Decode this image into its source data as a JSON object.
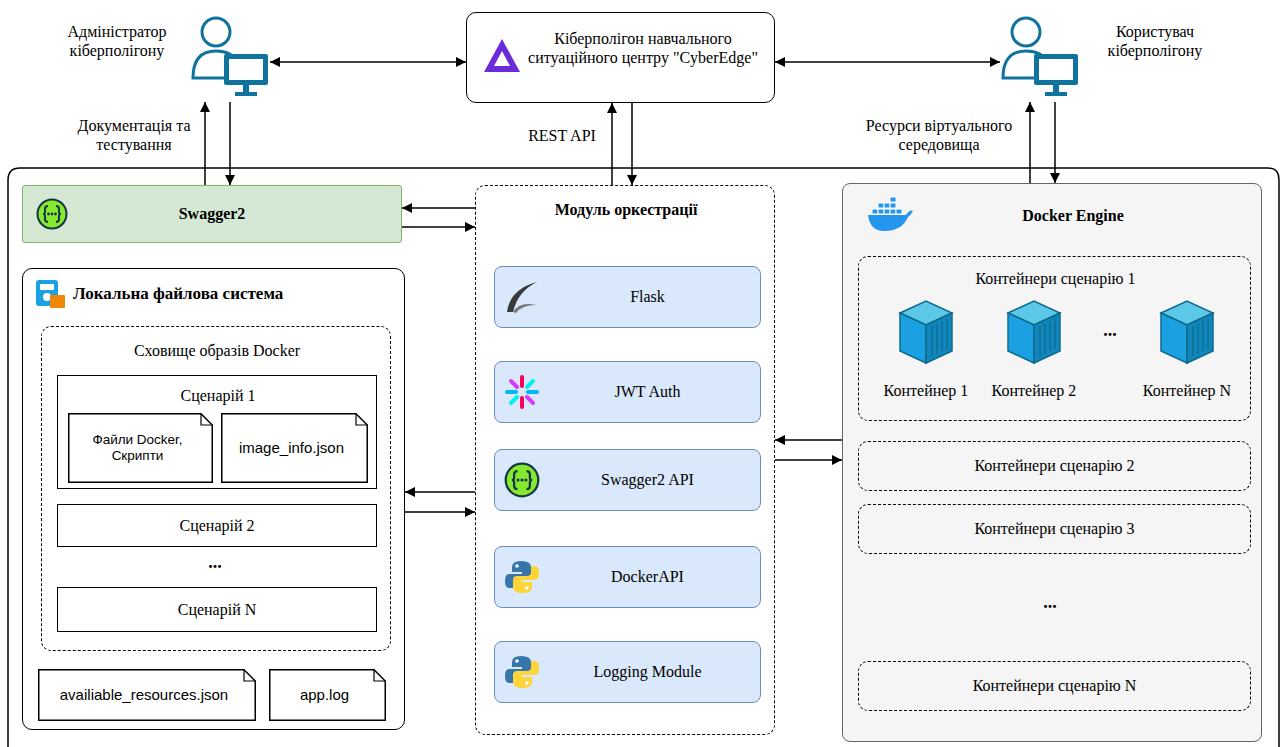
{
  "diagram": {
    "nodes": [
      {
        "text": [
          "Адміністратор кіберполігону"
        ]
      },
      {
        "text": [
          "Кіберполігон навчального ситуаційного центру \"CyberEdge\""
        ]
      },
      {
        "text": [
          "Користувач кіберполігону"
        ]
      },
      {
        "text": [
          "Swagger2"
        ]
      },
      {
        "text": [
          "Локальна файлова система"
        ]
      },
      {
        "text": [
          "Сховище образів Docker"
        ],
        "in": 4
      },
      {
        "text": [
          "Сценарій 1"
        ],
        "in": 5
      },
      {
        "text": [
          "Файли Docker, Скрипти"
        ],
        "in": 6
      },
      {
        "text": [
          "image_info.json"
        ],
        "in": 6
      },
      {
        "text": [
          "Сценарій 2"
        ],
        "in": 5
      },
      {
        "text": [
          "Сценарій N"
        ],
        "in": 5
      },
      {
        "text": [
          "availiable_resources.json"
        ],
        "in": 4
      },
      {
        "text": [
          "app.log"
        ],
        "in": 4
      },
      {
        "text": [
          "Модуль оркестрації"
        ]
      },
      {
        "text": [
          "Flask"
        ],
        "in": 13
      },
      {
        "text": [
          "JWT Auth"
        ],
        "in": 13
      },
      {
        "text": [
          "Swagger2 API"
        ],
        "in": 13
      },
      {
        "text": [
          "DockerAPI"
        ],
        "in": 13
      },
      {
        "text": [
          "Logging Module"
        ],
        "in": 13
      },
      {
        "text": [
          "Docker Engine"
        ]
      },
      {
        "text": [
          "Контейнери сценарію 1"
        ],
        "in": 19
      },
      {
        "text": [
          "Контейнер 1"
        ],
        "in": 20
      },
      {
        "text": [
          "Контейнер 2"
        ],
        "in": 20
      },
      {
        "text": [
          "Контейнер N"
        ],
        "in": 20
      },
      {
        "text": [
          "Контейнери сценарію 2"
        ],
        "in": 19
      },
      {
        "text": [
          "Контейнери сценарію 3"
        ],
        "in": 19
      },
      {
        "text": [
          "Контейнери сценарію N"
        ],
        "in": 19
      }
    ],
    "edges": [
      {
        "from": 0,
        "to": 1,
        "arrow": "both"
      },
      {
        "from": 1,
        "to": 2,
        "arrow": "both"
      },
      {
        "from": 3,
        "to": 0,
        "label": "Документація та тестування",
        "arrow": "to"
      },
      {
        "from": 0,
        "to": 3,
        "arrow": "to"
      },
      {
        "from": 13,
        "to": 1,
        "label": "REST API",
        "arrow": "to"
      },
      {
        "from": 1,
        "to": 13,
        "arrow": "to"
      },
      {
        "from": 19,
        "to": 2,
        "label": "Ресурси віртуального середовища",
        "arrow": "to"
      },
      {
        "from": 2,
        "to": 19,
        "arrow": "to"
      },
      {
        "from": 13,
        "to": 3,
        "arrow": "to"
      },
      {
        "from": 3,
        "to": 13,
        "arrow": "to"
      },
      {
        "from": 13,
        "to": 4,
        "arrow": "to"
      },
      {
        "from": 4,
        "to": 13,
        "arrow": "to"
      },
      {
        "from": 19,
        "to": 13,
        "arrow": "to"
      },
      {
        "from": 13,
        "to": 19,
        "arrow": "to"
      }
    ],
    "labels": [
      "...",
      "...",
      "..."
    ]
  }
}
